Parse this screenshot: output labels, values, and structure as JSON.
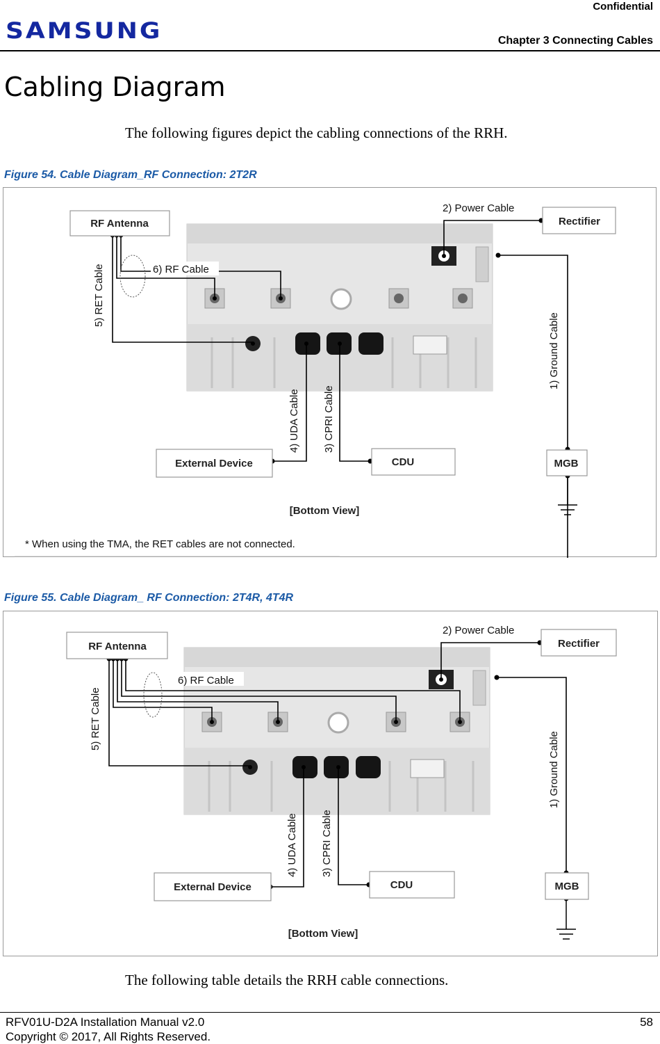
{
  "header": {
    "confidential": "Confidential",
    "logo": "SAMSUNG",
    "chapter": "Chapter 3 Connecting Cables"
  },
  "page_title": "Cabling Diagram",
  "intro": "The following figures depict the cabling connections of the RRH.",
  "figure1": {
    "caption": "Figure 54. Cable Diagram_RF Connection: 2T2R",
    "boxes": {
      "rf_antenna": "RF Antenna",
      "rectifier": "Rectifier",
      "external_device": "External Device",
      "cdu": "CDU",
      "mgb": "MGB"
    },
    "cables": {
      "power": "2)  Power Cable",
      "rf": "6)  RF Cable",
      "ret": "5)  RET Cable",
      "ground": "1)  Ground Cable",
      "uda": "4)  UDA Cable",
      "cpri": "3)  CPRI Cable"
    },
    "view": "[Bottom View]",
    "note": "* When using the TMA, the RET cables are not connected."
  },
  "figure2": {
    "caption": "Figure 55. Cable Diagram_ RF Connection: 2T4R, 4T4R",
    "boxes": {
      "rf_antenna": "RF Antenna",
      "rectifier": "Rectifier",
      "external_device": "External Device",
      "cdu": "CDU",
      "mgb": "MGB"
    },
    "cables": {
      "power": "2)  Power Cable",
      "rf": "6)  RF Cable",
      "ret": "5)  RET Cable",
      "ground": "1)  Ground Cable",
      "uda": "4)  UDA Cable",
      "cpri": "3)  CPRI Cable"
    },
    "view": "[Bottom View]"
  },
  "outro": "The following table details the RRH cable connections.",
  "footer": {
    "manual": "RFV01U-D2A Installation Manual   v2.0",
    "copyright": "Copyright © 2017, All Rights Reserved.",
    "page": "58"
  }
}
